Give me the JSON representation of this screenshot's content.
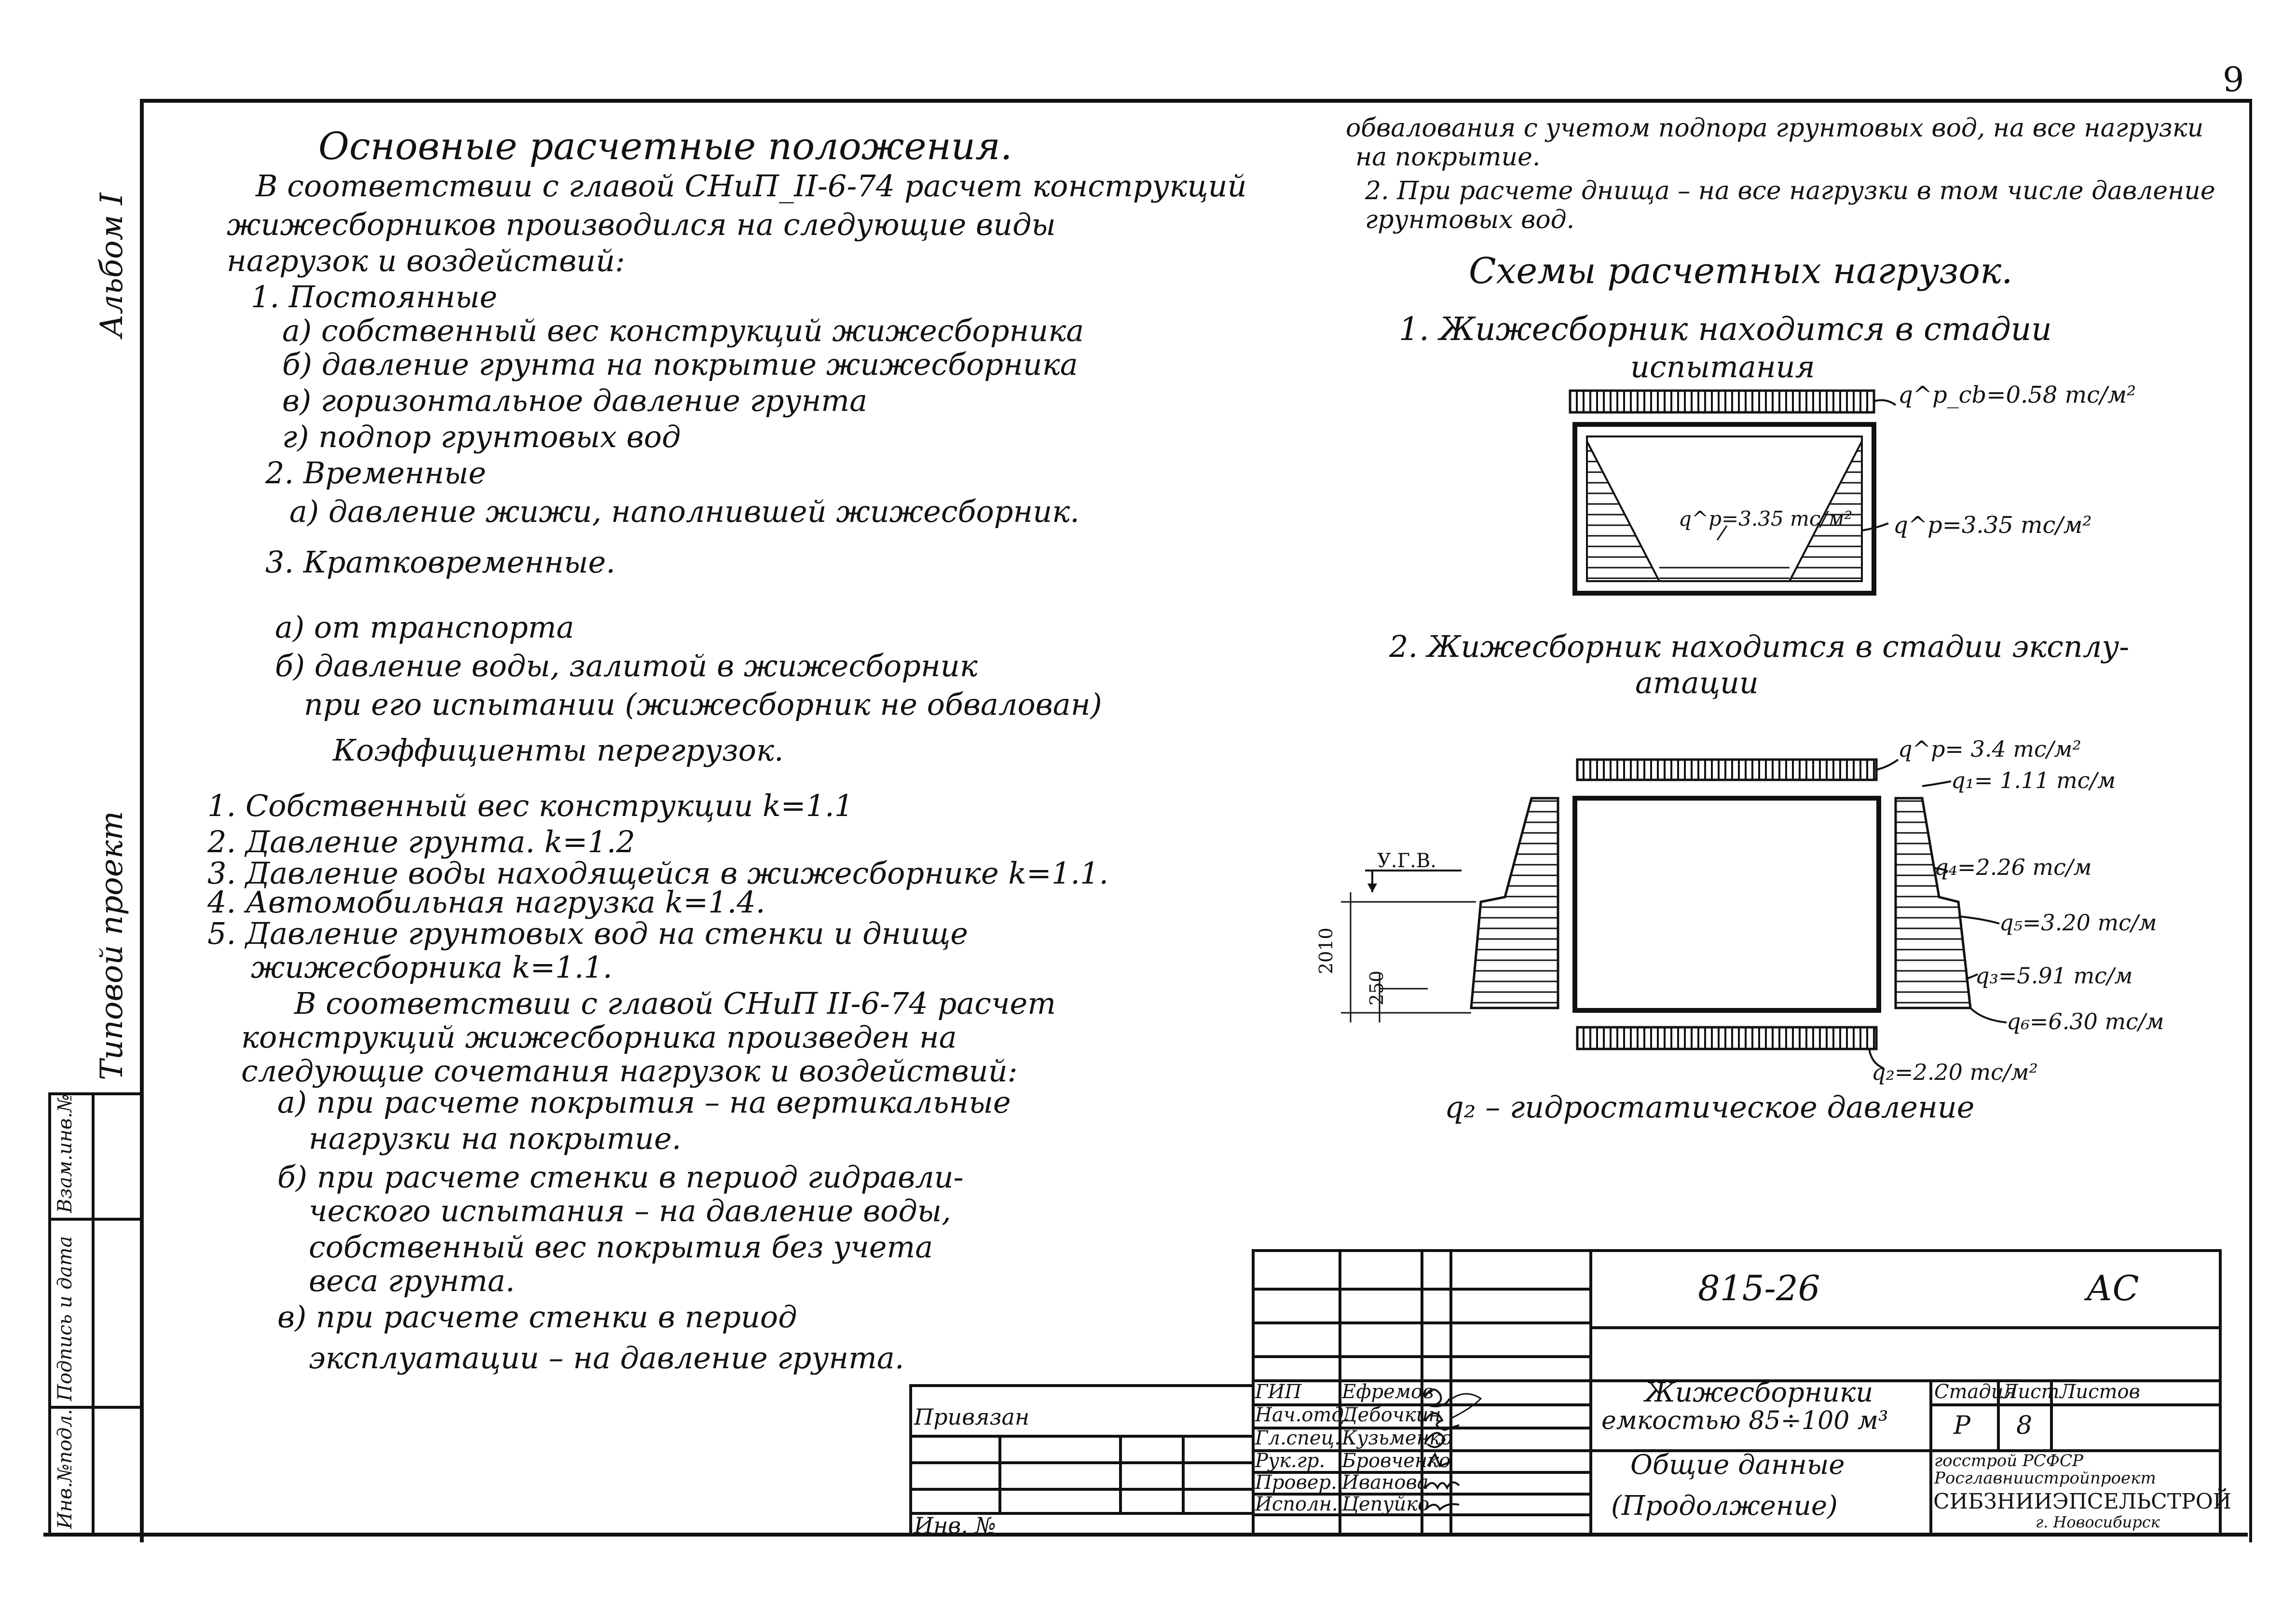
{
  "sheet_number": "9",
  "album": "Альбом I",
  "tipovoy": "Типовой проект",
  "side_stamp": [
    "Инв.№подл.",
    "Подпись и дата",
    "Взам.инв.№"
  ],
  "left": {
    "title": "Основные расчетные положения.",
    "intro": [
      "В соответствии с главой СНиП_II-6-74 расчет конструкций",
      "жижесборников производился на следующие виды",
      "нагрузок и воздействий:"
    ],
    "permanent_h": "1. Постоянные",
    "permanent": [
      "а) собственный вес конструкций жижесборника",
      "б) давление грунта на покрытие жижесборника",
      "в) горизонтальное давление грунта",
      "г) подпор грунтовых вод"
    ],
    "temporary_h": "2. Временные",
    "temporary": [
      "а) давление жижи, наполнившей жижесборник."
    ],
    "short_h": "3. Кратковременные.",
    "short": [
      "а) от транспорта",
      "б) давление воды, залитой в жижесборник",
      "при его испытании (жижесборник не обвалован)"
    ],
    "coef_title": "Коэффициенты перегрузок.",
    "coef": [
      "1. Собственный вес конструкции k=1.1",
      "2. Давление грунта. k=1.2",
      "3. Давление воды находящейся в жижесборнике k=1.1.",
      "4. Автомобильная нагрузка k=1.4.",
      "5. Давление грунтовых вод на стенки и днище",
      "жижесборника k=1.1."
    ],
    "combo": [
      "В соответствии с главой СНиП II-6-74 расчет",
      "конструкций жижесборника произведен на",
      "следующие сочетания нагрузок и воздействий:",
      "а) при расчете покрытия – на вертикальные",
      "нагрузки на покрытие.",
      "б) при расчете стенки в период гидравли-",
      "ческого испытания – на давление воды,",
      "собственный вес покрытия без учета",
      "веса грунта.",
      "в) при расчете стенки в период",
      "эксплуатации – на давление грунта."
    ]
  },
  "right": {
    "top": [
      "обвалования с учетом подпора грунтовых вод, на все нагрузки",
      "на покрытие.",
      "2. При расчете днища – на все нагрузки в том числе давление",
      "грунтовых вод."
    ],
    "schemes_title": "Схемы расчетных нагрузок.",
    "s1_title": [
      "1. Жижесборник находится в стадии",
      "испытания"
    ],
    "s1_q_top": "q^p_cb=0.58 тс/м²",
    "s1_q_in": "q^p=3.35 тс/м²",
    "s1_q_side": "q^p=3.35 тс/м²",
    "s2_title": [
      "2. Жижесборник находится в стадии эксплу-",
      "атации"
    ],
    "s2_qp": "q^p= 3.4 тс/м²",
    "s2_q1": "q₁= 1.11 тс/м",
    "s2_q4": "q₄=2.26 тс/м",
    "s2_q5": "q₅=3.20 тс/м",
    "s2_q3": "q₃=5.91 тс/м",
    "s2_q6": "q₆=6.30 тс/м",
    "s2_q2": "q₂=2.20 тс/м²",
    "ugv": "У.Г.В.",
    "dim1": "2010",
    "dim2": "250",
    "s2_note": "q₂ – гидростатическое давление"
  },
  "stamp": {
    "code": "815-26",
    "ac": "АС",
    "privyazan": "Привязан",
    "inv": "Инв. №",
    "roles": [
      "ГИП",
      "Нач.отд.",
      "Гл.спец.",
      "Рук.гр.",
      "Провер.",
      "Исполн."
    ],
    "names": [
      "Ефремов",
      "Дебочкин",
      "Кузьменко",
      "Бровченко",
      "Иванова",
      "Цепуйко"
    ],
    "title1": [
      "Жижесборники",
      "емкостью 85÷100 м³"
    ],
    "title2": [
      "Общие данные",
      "(Продолжение)"
    ],
    "stadia_h": "Стадия",
    "list_h": "Лист",
    "listov_h": "Листов",
    "stadia": "Р",
    "list": "8",
    "org": [
      "госстрой РСФСР",
      "Росглавниистройпроект",
      "СИБЗНИИЭПСЕЛЬСТРОЙ",
      "г. Новосибирск"
    ]
  }
}
